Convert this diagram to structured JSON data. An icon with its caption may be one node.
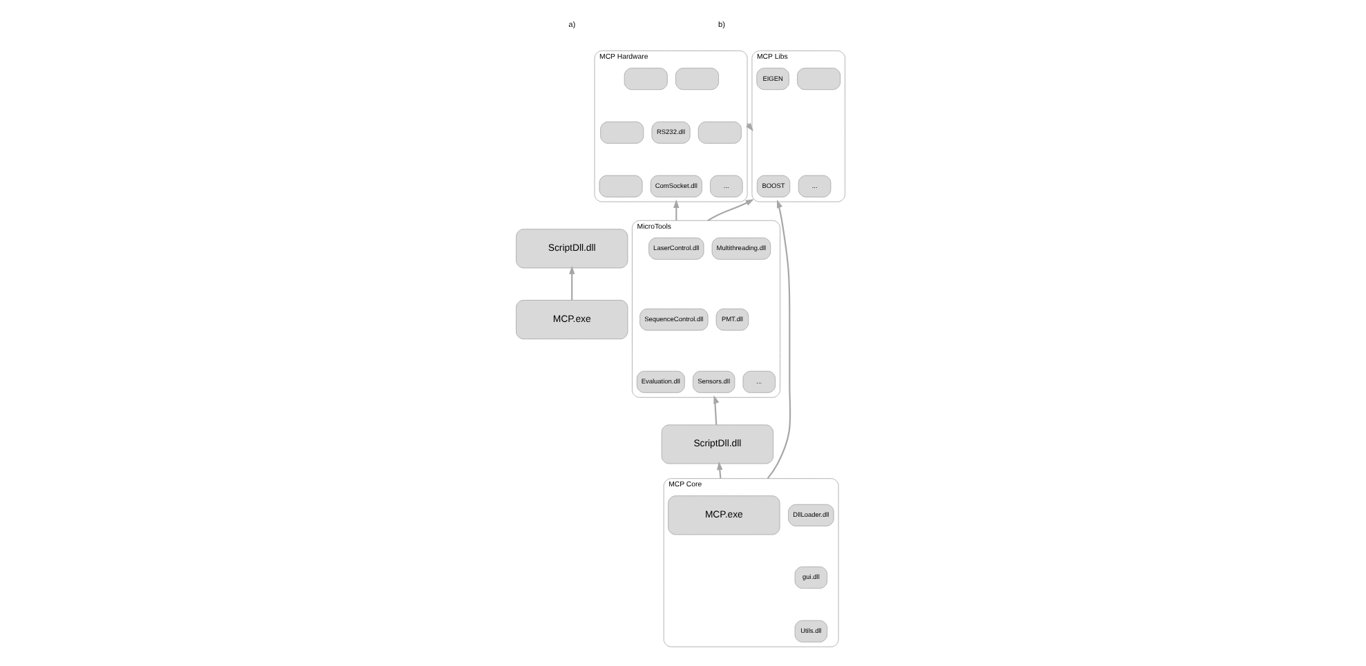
{
  "diagram": {
    "nodes": [
      {
        "text": [
          "ScriptDll.dll"
        ]
      },
      {
        "text": [
          "MCP.exe"
        ]
      },
      {
        "text": [
          "MCP Hardware"
        ]
      },
      {
        "text": [],
        "shape": "box",
        "in": 2
      },
      {
        "text": [],
        "shape": "box",
        "in": 2
      },
      {
        "text": [],
        "shape": "box",
        "in": 2
      },
      {
        "text": [
          "RS232.dll"
        ],
        "in": 2
      },
      {
        "text": [],
        "shape": "box",
        "in": 2
      },
      {
        "text": [],
        "shape": "box",
        "in": 2
      },
      {
        "text": [
          "ComSocket.dll"
        ],
        "in": 2
      },
      {
        "text": [
          "..."
        ],
        "in": 2
      },
      {
        "text": [
          "MCP Libs"
        ]
      },
      {
        "text": [
          "EIGEN"
        ],
        "in": 11
      },
      {
        "text": [],
        "shape": "box",
        "in": 11
      },
      {
        "text": [
          "BOOST"
        ],
        "in": 11
      },
      {
        "text": [
          "..."
        ],
        "in": 11
      },
      {
        "text": [
          "MicroTools"
        ]
      },
      {
        "text": [
          "LaserControl.dll"
        ],
        "in": 16
      },
      {
        "text": [
          "Multithreading.dll"
        ],
        "in": 16
      },
      {
        "text": [
          "SequenceControl.dll"
        ],
        "in": 16
      },
      {
        "text": [
          "PMT.dll"
        ],
        "in": 16
      },
      {
        "text": [
          "Evaluation.dll"
        ],
        "in": 16
      },
      {
        "text": [
          "Sensors.dll"
        ],
        "in": 16
      },
      {
        "text": [
          "..."
        ],
        "in": 16
      },
      {
        "text": [
          "ScriptDll.dll"
        ]
      },
      {
        "text": [
          "MCP Core"
        ]
      },
      {
        "text": [
          "MCP.exe"
        ],
        "in": 25
      },
      {
        "text": [
          "DllLoader.dll"
        ],
        "in": 25
      },
      {
        "text": [
          "gui.dll"
        ],
        "in": 25
      },
      {
        "text": [
          "Utils.dll"
        ],
        "in": 25
      }
    ],
    "edges": [
      {
        "from": 1,
        "to": 0,
        "arrow": "to"
      },
      {
        "from": 2,
        "to": 11,
        "arrow": "to"
      },
      {
        "from": 16,
        "to": 2,
        "arrow": "to"
      },
      {
        "from": 16,
        "to": 11,
        "arrow": "to"
      },
      {
        "from": 24,
        "to": 16,
        "arrow": "to"
      },
      {
        "from": 25,
        "to": 24,
        "arrow": "to"
      },
      {
        "from": 25,
        "to": 11,
        "arrow": "to"
      }
    ],
    "labels": [
      "a)",
      "b)"
    ]
  }
}
